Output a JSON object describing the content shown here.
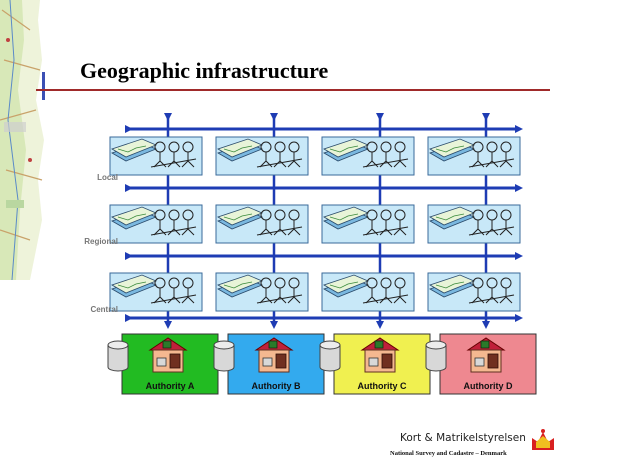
{
  "slide": {
    "title": "Geographic infrastructure"
  },
  "levels": [
    {
      "label": "Local"
    },
    {
      "label": "Regional"
    },
    {
      "label": "Central"
    }
  ],
  "authorities": [
    {
      "label": "Authority A",
      "color": "#22bb22"
    },
    {
      "label": "Authority B",
      "color": "#33aaee"
    },
    {
      "label": "Authority C",
      "color": "#f0f050"
    },
    {
      "label": "Authority D",
      "color": "#ee8890"
    }
  ],
  "logo": {
    "name": "Kort & Matrikelstyrelsen",
    "subtitle": "National Survey and Cadastre – Denmark"
  },
  "colors": {
    "arrow": "#1e3cb4",
    "node_fill": "#c8e8f8",
    "title_rule": "#a02a2a",
    "house_roof": "#c0203a",
    "house_wall": "#f4b890"
  }
}
